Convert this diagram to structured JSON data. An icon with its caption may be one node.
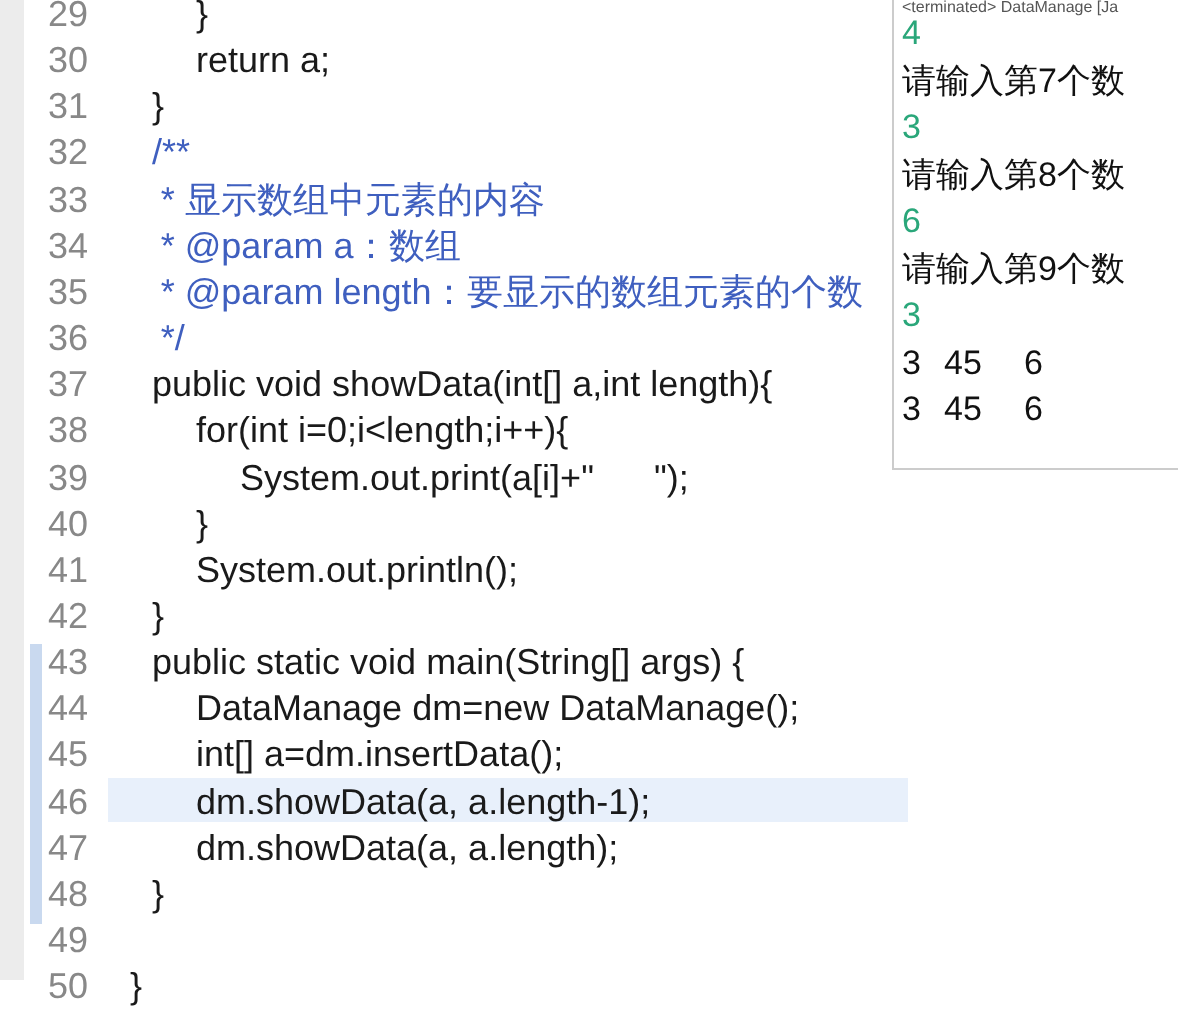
{
  "diagram": {
    "labels": [
      "29",
      "}",
      "30",
      "return a;",
      "31",
      "}",
      "32",
      "/**",
      "33",
      "* 显示数组中元素的内容",
      "34",
      "* @param a：数组",
      "35",
      "* @param length：要显示的数组元素的个数",
      "36",
      "*/",
      "37",
      "public void showData(int[] a,int length){",
      "38",
      "for(int i=0;i<length;i++){",
      "39",
      "System.out.print(a[i]+\"      \");",
      "40",
      "}",
      "41",
      "System.out.println();",
      "42",
      "}",
      "43",
      "public static void main(String[] args) {",
      "44",
      "DataManage dm=new DataManage();",
      "45",
      "int[] a=dm.insertData();",
      "46",
      "dm.showData(a, a.length-1);",
      "47",
      "dm.showData(a, a.length);",
      "48",
      "}",
      "49",
      "50",
      "}",
      "<terminated> DataManage [Ja",
      "4",
      "请输入第7个数",
      "3",
      "请输入第8个数",
      "6",
      "请输入第9个数",
      "3",
      "3",
      "45",
      "6",
      "3",
      "45",
      "6"
    ]
  }
}
